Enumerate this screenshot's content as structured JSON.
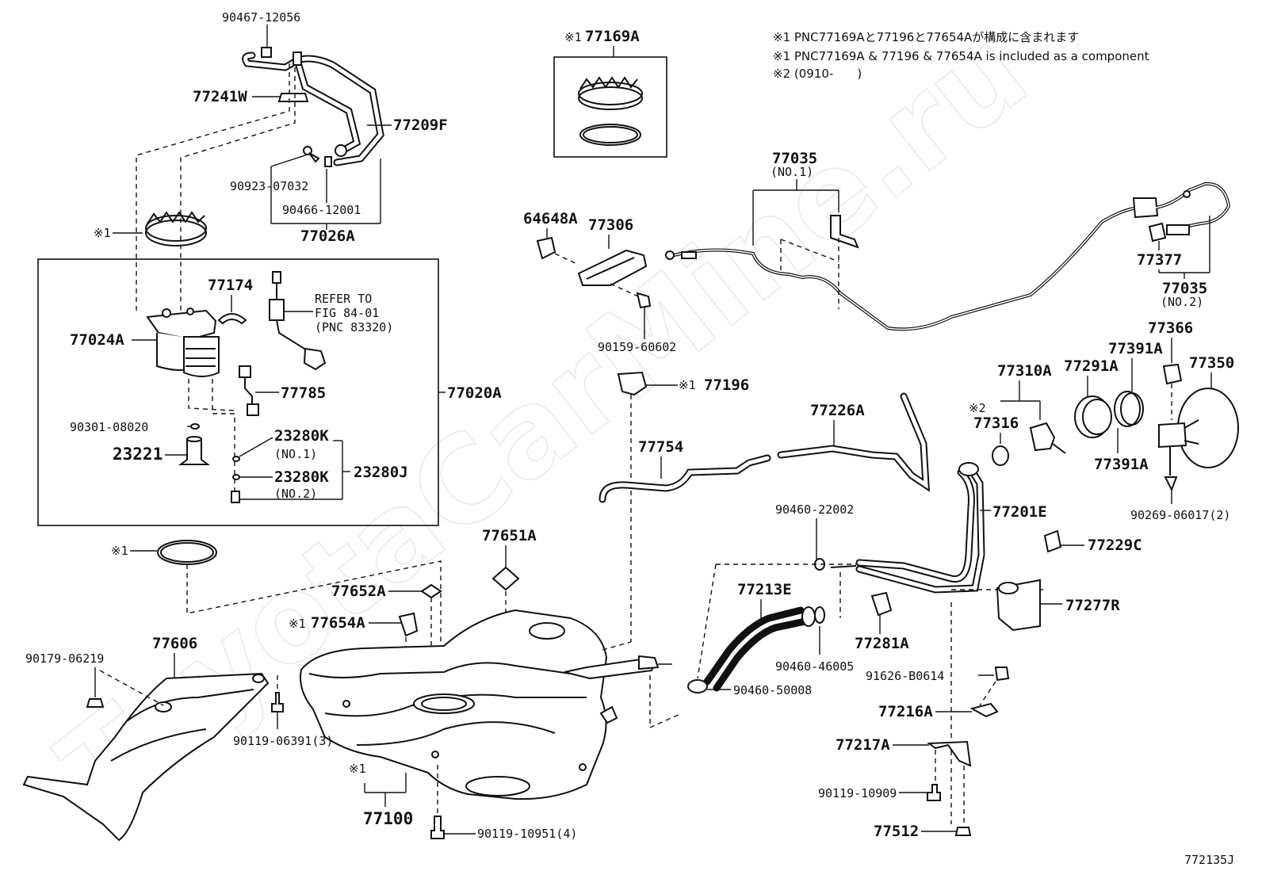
{
  "notes": {
    "line1": "※1 PNC77169Aと77196と77654Aが構成に含まれます",
    "line2": "※1 PNC77169A & 77196 & 77654A is included as a component",
    "line3": "※2 (0910-　　)"
  },
  "watermark": "ToyotaCarMine.ru",
  "figure_code": "772135J",
  "refer": {
    "line1": "REFER TO",
    "line2": "FIG 84-01",
    "line3": "(PNC 83320)"
  },
  "parts": {
    "p90467_12056": "90467-12056",
    "p77241W": "77241W",
    "p77209F": "77209F",
    "p90923_07032": "90923-07032",
    "p90466_12001": "90466-12001",
    "p77026A": "77026A",
    "mark1_ring": "※1",
    "p77174": "77174",
    "p77024A": "77024A",
    "p77785": "77785",
    "p77020A": "77020A",
    "p90301_08020": "90301-08020",
    "p23221": "23221",
    "p23280K_1": "23280K",
    "no1_a": "(NO.1)",
    "p23280J": "23280J",
    "p23280K_2": "23280K",
    "no2_a": "(NO.2)",
    "mark1_gasket": "※1",
    "p77169A_mark": "※1",
    "p77169A": "77169A",
    "p64648A": "64648A",
    "p77306": "77306",
    "p90159_60602": "90159-60602",
    "p77035_1": "77035",
    "no1_b": "(NO.1)",
    "p77377": "77377",
    "p77035_2": "77035",
    "no2_b": "(NO.2)",
    "p77366": "77366",
    "p77391A_top": "77391A",
    "p77291A": "77291A",
    "p77350": "77350",
    "p77310A": "77310A",
    "mark2": "※2",
    "p77316": "77316",
    "p77391A_bot": "77391A",
    "p90269_06017": "90269-06017(2)",
    "mark1_77196": "※1",
    "p77196": "77196",
    "p77226A": "77226A",
    "p77754": "77754",
    "p90460_22002": "90460-22002",
    "p77201E": "77201E",
    "p77229C": "77229C",
    "p77651A": "77651A",
    "p77652A": "77652A",
    "mark1_77654A": "※1",
    "p77654A": "77654A",
    "p77213E": "77213E",
    "p77277R": "77277R",
    "p77281A": "77281A",
    "p90460_46005": "90460-46005",
    "p90460_50008": "90460-50008",
    "p91626_B0614": "91626-B0614",
    "p77216A": "77216A",
    "p77217A": "77217A",
    "p90119_10909": "90119-10909",
    "p77512": "77512",
    "p90179_06219": "90179-06219",
    "p77606": "77606",
    "p90119_06391": "90119-06391(3)",
    "mark1_tank": "※1",
    "p77100": "77100",
    "p90119_10951": "90119-10951(4)"
  }
}
